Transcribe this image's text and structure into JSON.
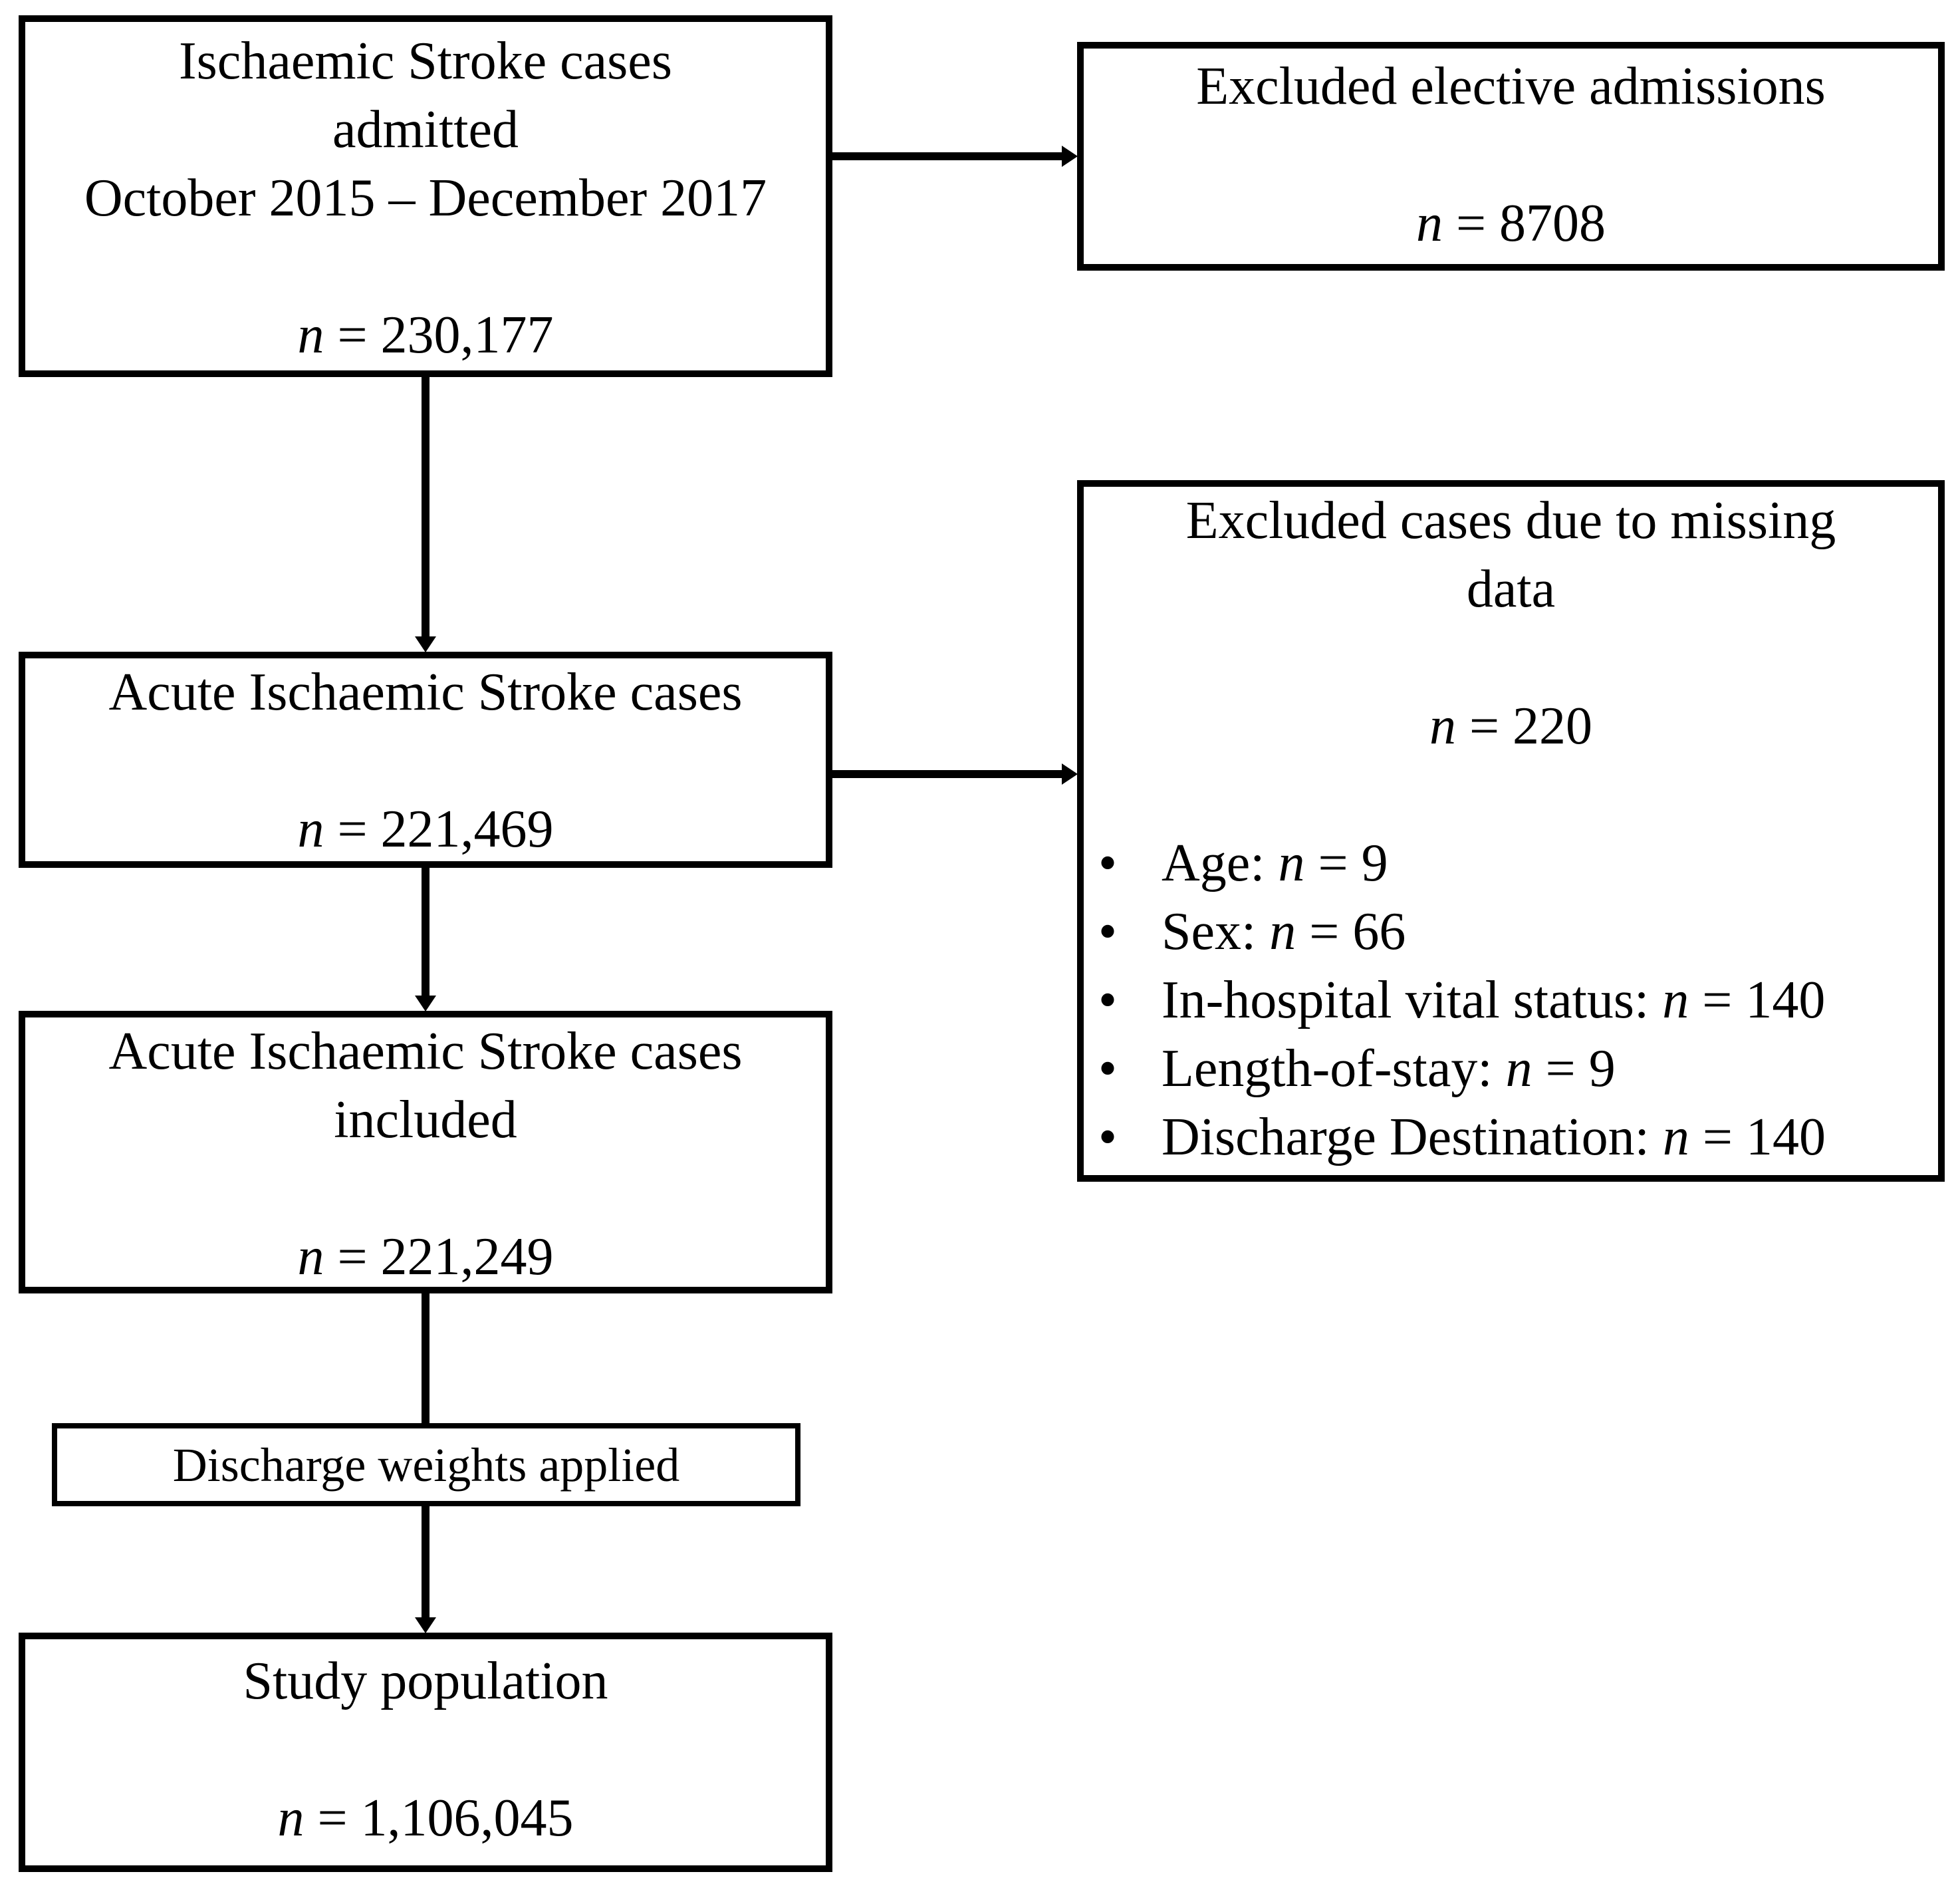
{
  "diagram": {
    "colors": {
      "background": "#ffffff",
      "line": "#000000",
      "text": "#000000"
    },
    "boxes": {
      "admitted": {
        "title": "Ischaemic Stroke cases\nadmitted\nOctober 2015 – December 2017",
        "n_label": "n",
        "n_value": "= 230,177"
      },
      "excluded_elective": {
        "title": "Excluded elective admissions",
        "n_label": "n",
        "n_value": "= 8708"
      },
      "acute_cases": {
        "title": "Acute Ischaemic Stroke cases",
        "n_label": "n",
        "n_value": "= 221,469"
      },
      "excluded_missing": {
        "title": "Excluded cases due to missing\ndata",
        "n_label": "n",
        "n_value": "= 220",
        "bullets": [
          {
            "label": "Age:",
            "n_label": "n",
            "value": "= 9"
          },
          {
            "label": "Sex:",
            "n_label": "n",
            "value": "= 66"
          },
          {
            "label": "In-hospital vital status:",
            "n_label": "n",
            "value": "= 140"
          },
          {
            "label": "Length-of-stay:",
            "n_label": "n",
            "value": "= 9"
          },
          {
            "label": "Discharge Destination:",
            "n_label": "n",
            "value": "= 140"
          }
        ]
      },
      "included": {
        "title": "Acute Ischaemic Stroke cases\nincluded",
        "n_label": "n",
        "n_value": "= 221,249"
      },
      "weights": {
        "title": "Discharge weights applied"
      },
      "study_population": {
        "title": "Study population",
        "n_label": "n",
        "n_value": "= 1,106,045"
      }
    }
  }
}
